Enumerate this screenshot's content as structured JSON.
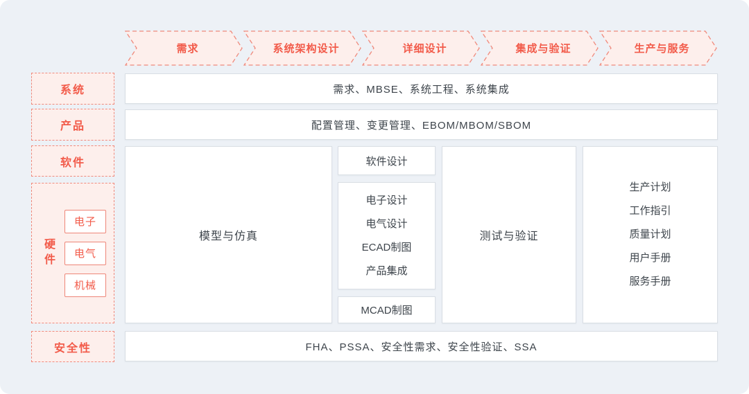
{
  "palette": {
    "card_bg": "#edf1f6",
    "box_bg": "#ffffff",
    "box_border": "#d9dee4",
    "pink_bg": "#fdefec",
    "red_border": "#f0897b",
    "red_text": "#f25b4a",
    "dark_text": "#3d444b"
  },
  "process_arrows": [
    {
      "label": "需求"
    },
    {
      "label": "系统架构设计"
    },
    {
      "label": "详细设计"
    },
    {
      "label": "集成与验证"
    },
    {
      "label": "生产与服务"
    }
  ],
  "left_labels": {
    "system": "系统",
    "product": "产品",
    "software": "软件",
    "hardware": "硬件",
    "hardware_items": [
      "电子",
      "电气",
      "机械"
    ],
    "safety": "安全性"
  },
  "rows": {
    "system_content": "需求、MBSE、系统工程、系统集成",
    "product_content": "配置管理、变更管理、EBOM/MBOM/SBOM",
    "safety_content": "FHA、PSSA、安全性需求、安全性验证、SSA"
  },
  "main": {
    "model_simulation": "模型与仿真",
    "software_design": "软件设计",
    "hardware_design_items": [
      "电子设计",
      "电气设计",
      "ECAD制图",
      "产品集成"
    ],
    "mcad": "MCAD制图",
    "test_verification": "测试与验证",
    "production_service_items": [
      "生产计划",
      "工作指引",
      "质量计划",
      "用户手册",
      "服务手册"
    ]
  }
}
